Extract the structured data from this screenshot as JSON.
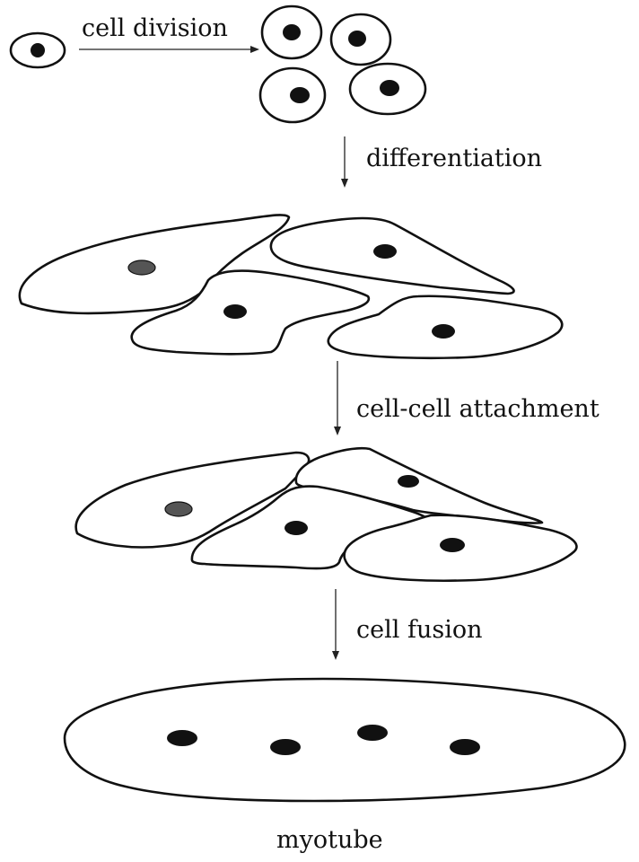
{
  "steps": {
    "division": "cell division",
    "differentiation": "differentiation",
    "attachment": "cell-cell attachment",
    "fusion": "cell fusion",
    "result": "myotube"
  }
}
